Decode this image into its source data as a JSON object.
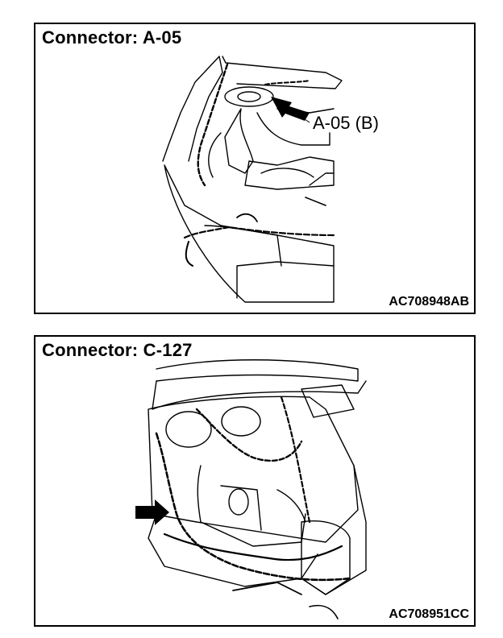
{
  "panels": [
    {
      "title": "Connector: A-05",
      "callout": "A-05 (B)",
      "code": "AC708948AB"
    },
    {
      "title": "Connector: C-127",
      "code": "AC708951CC"
    }
  ],
  "colors": {
    "line": "#000000",
    "background": "#ffffff"
  },
  "icons": [
    "pointer-arrow-icon"
  ]
}
